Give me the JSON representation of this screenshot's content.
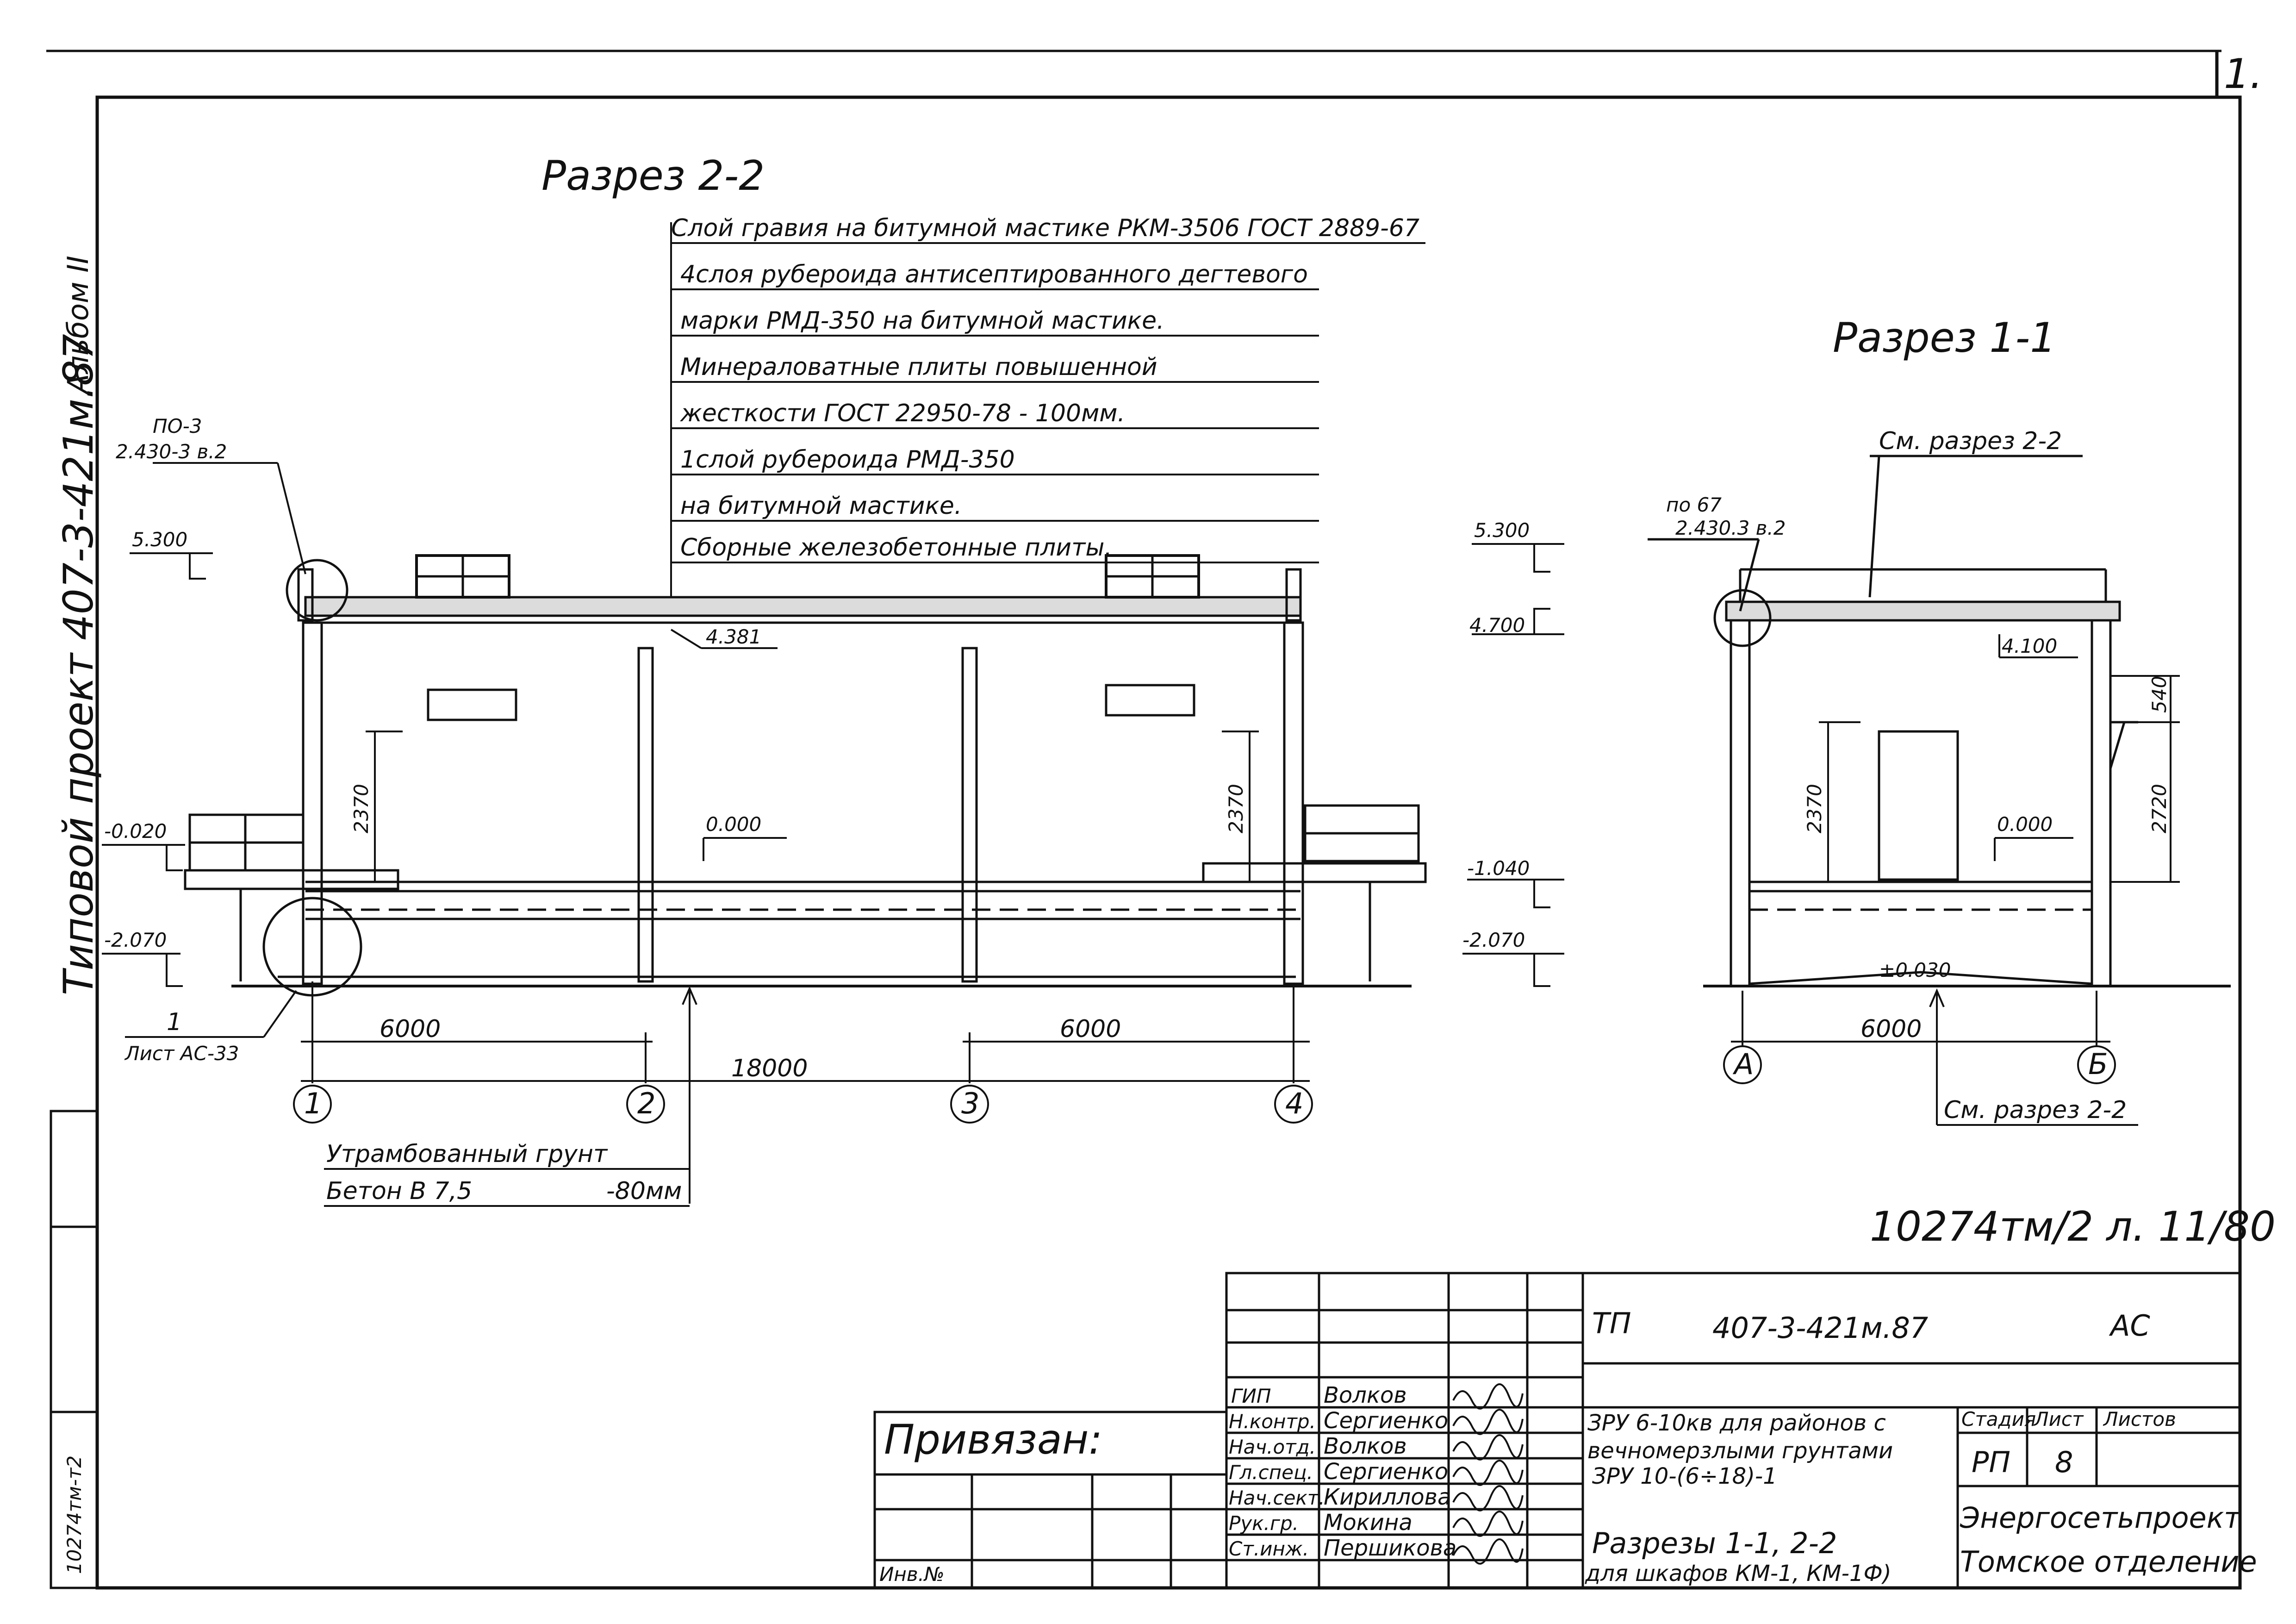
{
  "sheet_number": "1.",
  "side_album": "Альбом II",
  "side_project": "Типовой проект 407-3-421м.87",
  "side_archive": "10274тм-т2",
  "section22": {
    "title": "Разрез 2-2",
    "roof_lines": [
      "Слой гравия на битумной мастике РКМ-3506 ГОСТ 2889-67",
      "4слоя рубероида антисептированного дегтевого",
      "марки РМД-350 на битумной мастике.",
      "Минераловатные плиты повышенной",
      "жесткости ГОСТ 22950-78 - 100мм.",
      "1слой рубероида РМД-350",
      "на битумной мастике.",
      "Сборные железобетонные плиты."
    ],
    "node_ref": "ПО-3",
    "node_ref2": "2.430-3 в.2",
    "elev_top": "5.300",
    "elev_left": "-0.020",
    "elev_bottom": "-2.070",
    "elev_floor": "0.000",
    "elev_beam": "4.381",
    "dim_left": "2370",
    "dim_right": "2370",
    "detail_num": "1",
    "detail_sheet": "Лист АС-33",
    "span1": "6000",
    "span2": "6000",
    "total": "18000",
    "axes": [
      "1",
      "2",
      "3",
      "4"
    ],
    "soil1": "Утрамбованный грунт",
    "soil2": "Бетон В 7,5",
    "soil3": "-80мм"
  },
  "section11": {
    "title": "Разрез 1-1",
    "ref_top": "См. разрез 2-2",
    "node_ref": "по 67",
    "node_ref2": "2.430.3 в.2",
    "elev_530": "5.300",
    "elev_470": "4.700",
    "elev_104": "-1.040",
    "elev_207": "-2.070",
    "elev_410": "4.100",
    "elev_floor": "0.000",
    "elev_ground": "±0.030",
    "dim_540": "540",
    "dim_2720": "2720",
    "dim_2370": "2370",
    "span": "6000",
    "axes": [
      "А",
      "Б"
    ],
    "ref_bottom": "См. разрез 2-2"
  },
  "archive_mark": "10274тм/2 л. 11/80",
  "title_block": {
    "doc_code": "ТП",
    "project": "407-3-421м.87",
    "mark": "АС",
    "attached": "Привязан:",
    "inv": "Инв.№",
    "staff": [
      {
        "role": "ГИП",
        "name": "Волков"
      },
      {
        "role": "Н.контр.",
        "name": "Сергиенко"
      },
      {
        "role": "Нач.отд.",
        "name": "Волков"
      },
      {
        "role": "Гл.спец.",
        "name": "Сергиенко"
      },
      {
        "role": "Нач.сект.",
        "name": "Кириллова"
      },
      {
        "role": "Рук.гр.",
        "name": "Мокина"
      },
      {
        "role": "Ст.инж.",
        "name": "Першикова"
      }
    ],
    "object_lines": [
      "ЗРУ 6-10кв для районов с",
      "вечномерзлыми грунтами",
      "ЗРУ 10-(6÷18)-1"
    ],
    "sheet_title_lines": [
      "Разрезы 1-1, 2-2",
      "для шкафов КМ-1, КМ-1Ф)"
    ],
    "stage_h": "Стадия",
    "sheet_h": "Лист",
    "sheets_h": "Листов",
    "stage": "РП",
    "sheet": "8",
    "org1": "Энергосетьпроект",
    "org2": "Томское отделение"
  }
}
